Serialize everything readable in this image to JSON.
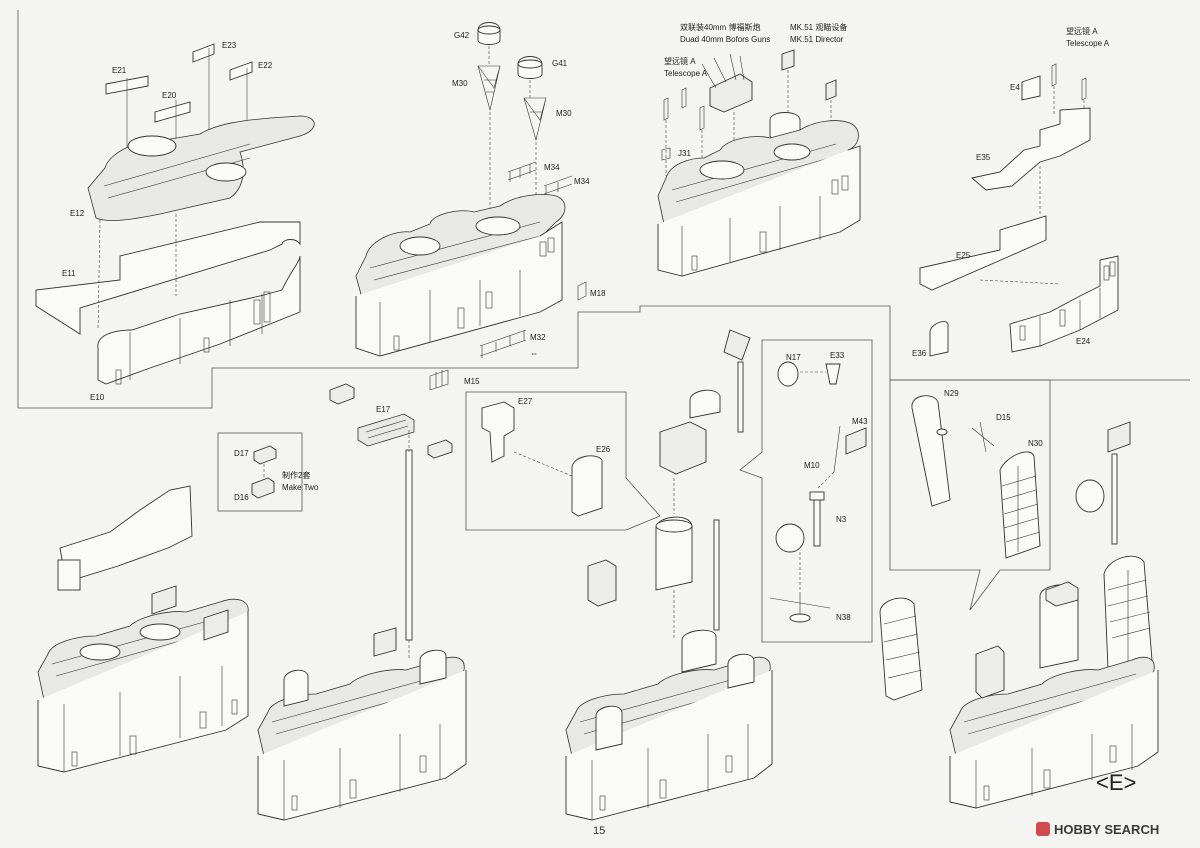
{
  "page": {
    "number": "15",
    "section_marker": "<E>"
  },
  "watermark": {
    "brand": "HOBBY SEARCH"
  },
  "step1": {
    "parts": [
      "E21",
      "E23",
      "E22",
      "E20",
      "E12",
      "E11",
      "E10"
    ]
  },
  "step2": {
    "parts": [
      "G42",
      "G41",
      "M30",
      "M30",
      "M34",
      "M34",
      "M18",
      "M32"
    ]
  },
  "step3": {
    "callout_bofors_cn": "双联装40mm 博福斯炮",
    "callout_bofors_en": "Duad 40mm Bofors Guns",
    "callout_mk51_cn": "MK.51 观瞄设备",
    "callout_mk51_en": "MK.51 Director",
    "callout_telescope_cn": "望远镜 A",
    "callout_telescope_en": "Telescope A",
    "parts": [
      "J31"
    ]
  },
  "step4": {
    "callout_telescope_cn": "望远镜 A",
    "callout_telescope_en": "Telescope A",
    "parts": [
      "E4",
      "E35",
      "E25",
      "E36",
      "E24"
    ]
  },
  "step5": {
    "parts": [
      "M15",
      "E17"
    ],
    "inset_parts": [
      "D17",
      "D16"
    ],
    "make_two_cn": "制作2套",
    "make_two_en": "Make Two"
  },
  "step6": {
    "parts": [
      "E27",
      "E26"
    ]
  },
  "step7": {
    "parts": [
      "N17",
      "E33",
      "M43",
      "M10",
      "N3",
      "N38"
    ]
  },
  "step8": {
    "parts": [
      "N29",
      "D15",
      "N30"
    ]
  }
}
